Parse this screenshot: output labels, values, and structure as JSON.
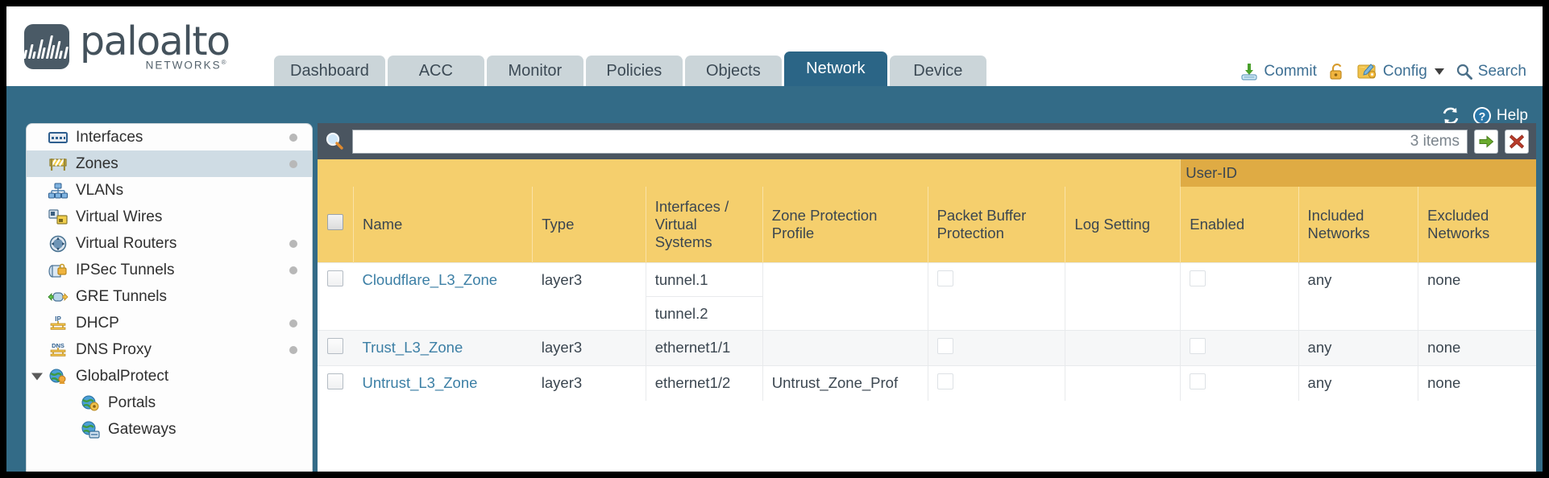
{
  "brand": {
    "name": "paloalto",
    "sub": "NETWORKS",
    "sub_mark": "®"
  },
  "nav": {
    "tabs": [
      {
        "label": "Dashboard",
        "active": false
      },
      {
        "label": "ACC",
        "active": false
      },
      {
        "label": "Monitor",
        "active": false
      },
      {
        "label": "Policies",
        "active": false
      },
      {
        "label": "Objects",
        "active": false
      },
      {
        "label": "Network",
        "active": true
      },
      {
        "label": "Device",
        "active": false
      }
    ]
  },
  "header_actions": {
    "commit": "Commit",
    "config": "Config",
    "search": "Search"
  },
  "teal_actions": {
    "help": "Help"
  },
  "sidebar": {
    "items": [
      {
        "label": "Interfaces",
        "icon": "interfaces-icon",
        "selected": false,
        "dot": true,
        "child": false,
        "twisty": false
      },
      {
        "label": "Zones",
        "icon": "zones-icon",
        "selected": true,
        "dot": true,
        "child": false,
        "twisty": false
      },
      {
        "label": "VLANs",
        "icon": "vlans-icon",
        "selected": false,
        "dot": false,
        "child": false,
        "twisty": false
      },
      {
        "label": "Virtual Wires",
        "icon": "virtual-wires-icon",
        "selected": false,
        "dot": false,
        "child": false,
        "twisty": false
      },
      {
        "label": "Virtual Routers",
        "icon": "virtual-routers-icon",
        "selected": false,
        "dot": true,
        "child": false,
        "twisty": false
      },
      {
        "label": "IPSec Tunnels",
        "icon": "ipsec-tunnels-icon",
        "selected": false,
        "dot": true,
        "child": false,
        "twisty": false
      },
      {
        "label": "GRE Tunnels",
        "icon": "gre-tunnels-icon",
        "selected": false,
        "dot": false,
        "child": false,
        "twisty": false
      },
      {
        "label": "DHCP",
        "icon": "dhcp-icon",
        "selected": false,
        "dot": true,
        "child": false,
        "twisty": false
      },
      {
        "label": "DNS Proxy",
        "icon": "dns-proxy-icon",
        "selected": false,
        "dot": true,
        "child": false,
        "twisty": false
      },
      {
        "label": "GlobalProtect",
        "icon": "globalprotect-icon",
        "selected": false,
        "dot": false,
        "child": false,
        "twisty": true
      },
      {
        "label": "Portals",
        "icon": "portals-icon",
        "selected": false,
        "dot": false,
        "child": true,
        "twisty": false
      },
      {
        "label": "Gateways",
        "icon": "gateways-icon",
        "selected": false,
        "dot": false,
        "child": true,
        "twisty": false
      }
    ]
  },
  "filter": {
    "value": "",
    "placeholder": "",
    "item_count": "3 items",
    "apply_icon": "green-arrow-icon",
    "clear_icon": "red-x-icon"
  },
  "table": {
    "group_header": "User-ID",
    "columns": [
      "Name",
      "Type",
      "Interfaces / Virtual Systems",
      "Zone Protection Profile",
      "Packet Buffer Protection",
      "Log Setting",
      "Enabled",
      "Included Networks",
      "Excluded Networks"
    ],
    "rows": [
      {
        "name": "Cloudflare_L3_Zone",
        "type": "layer3",
        "interfaces": [
          "tunnel.1",
          "tunnel.2"
        ],
        "zone_protection_profile": "",
        "packet_buffer_protection": false,
        "log_setting": "",
        "userid_enabled": false,
        "included_networks": "any",
        "excluded_networks": "none"
      },
      {
        "name": "Trust_L3_Zone",
        "type": "layer3",
        "interfaces": [
          "ethernet1/1"
        ],
        "zone_protection_profile": "",
        "packet_buffer_protection": false,
        "log_setting": "",
        "userid_enabled": false,
        "included_networks": "any",
        "excluded_networks": "none"
      },
      {
        "name": "Untrust_L3_Zone",
        "type": "layer3",
        "interfaces": [
          "ethernet1/2"
        ],
        "zone_protection_profile": "Untrust_Zone_Prof",
        "packet_buffer_protection": false,
        "log_setting": "",
        "userid_enabled": false,
        "included_networks": "any",
        "excluded_networks": "none"
      }
    ]
  },
  "colors": {
    "teal": "#336b87",
    "active_tab": "#2b6586",
    "tab": "#cbd5d9",
    "header_yellow": "#f5cf6d",
    "group_yellow": "#dfab44",
    "filter_slate": "#4a5560",
    "link": "#3c7fa5"
  }
}
